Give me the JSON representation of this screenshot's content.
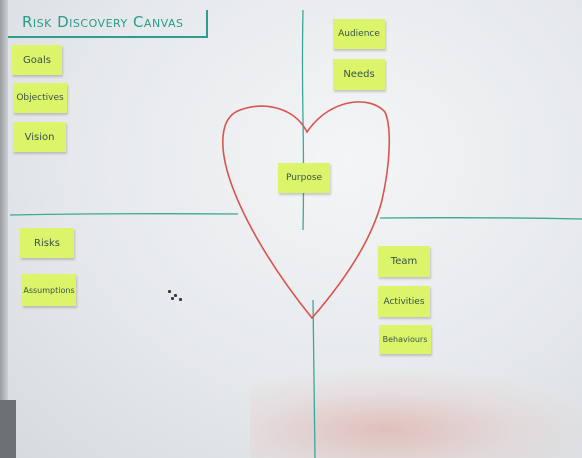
{
  "canvas": {
    "title": "Risk Discovery Canvas",
    "notes": {
      "goals": "Goals",
      "objectives": "Objectives",
      "vision": "Vision",
      "audience": "Audience",
      "needs": "Needs",
      "purpose": "Purpose",
      "risks": "Risks",
      "assumptions": "Assumptions",
      "team": "Team",
      "activities": "Activities",
      "behaviours": "Behaviours"
    }
  },
  "colors": {
    "sticky_note": "#dcf46a",
    "marker_teal": "#2e9c8f",
    "heart_red": "#d9534f",
    "whiteboard": "#eceff1"
  }
}
